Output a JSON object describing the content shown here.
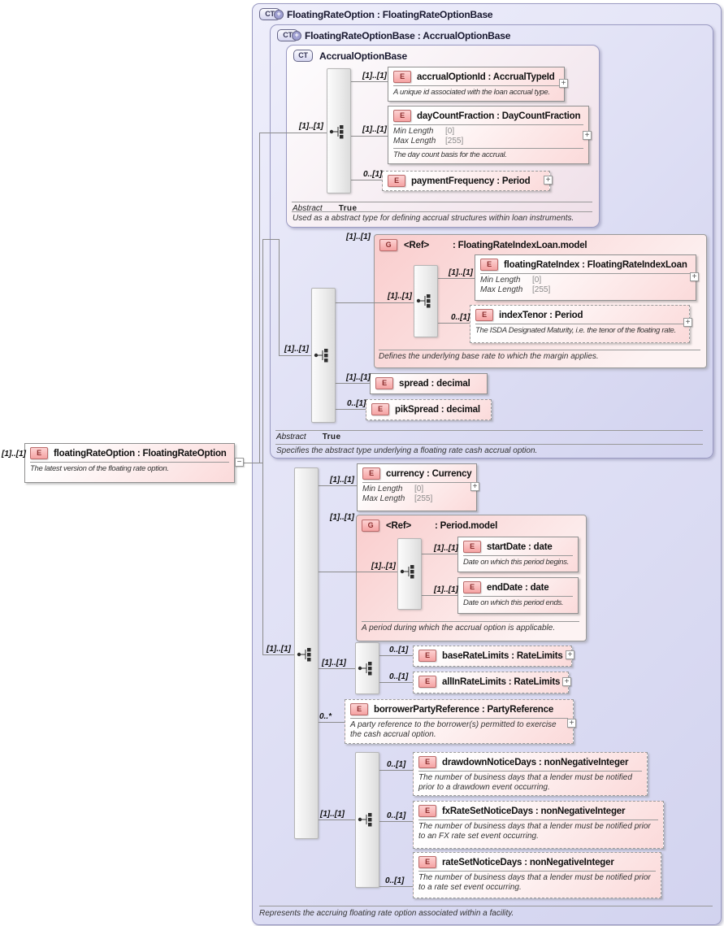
{
  "icons": {
    "complex_type": "CT",
    "element": "E",
    "group": "G",
    "derived_plus": "+",
    "expand": "+",
    "collapse": "−"
  },
  "facets": {
    "min_label": "Min Length",
    "min_value": "[0]",
    "max_label": "Max Length",
    "max_value": "[255]"
  },
  "abstract": {
    "label": "Abstract",
    "value": "True"
  },
  "ct_boxes": {
    "floating_rate_option": {
      "title": "FloatingRateOption : FloatingRateOptionBase",
      "annotation": "Represents the accruing floating rate option associated within a facility."
    },
    "floating_rate_option_base": {
      "title": "FloatingRateOptionBase : AccrualOptionBase",
      "annotation": "Specifies the abstract type underlying a floating rate cash accrual option."
    },
    "accrual_option_base": {
      "title": "AccrualOptionBase",
      "annotation": "Used as a abstract type for defining accrual structures within loan instruments."
    }
  },
  "groups": {
    "floating_rate_index_loan_model": {
      "name": "<Ref>",
      "type": ": FloatingRateIndexLoan.model",
      "cardinality": "[1]..[1]",
      "annotation": "Defines the underlying base rate to which the margin applies."
    },
    "period_model": {
      "name": "<Ref>",
      "type": ": Period.model",
      "cardinality": "[1]..[1]",
      "annotation": "A period during which the accrual option is applicable."
    }
  },
  "sequences": {
    "accrual": {
      "cardinality": "[1]..[1]"
    },
    "base_ext": {
      "cardinality": "[1]..[1]"
    },
    "main": {
      "cardinality": "[1]..[1]"
    },
    "fri": {
      "cardinality": "[1]..[1]"
    },
    "period": {
      "cardinality": "[1]..[1]"
    },
    "limits": {
      "cardinality": "[1]..[1]"
    },
    "notice": {
      "cardinality": "[1]..[1]"
    }
  },
  "elements": {
    "floatingRateOption": {
      "title": "floatingRateOption : FloatingRateOption",
      "cardinality": "[1]..[1]",
      "annotation": "The latest version of the floating rate option."
    },
    "accrualOptionId": {
      "title": "accrualOptionId : AccrualTypeId",
      "cardinality": "[1]..[1]",
      "annotation": "A unique id associated with the loan accrual type."
    },
    "dayCountFraction": {
      "title": "dayCountFraction : DayCountFraction",
      "cardinality": "[1]..[1]",
      "annotation": "The day count basis for the accrual."
    },
    "paymentFrequency": {
      "title": "paymentFrequency : Period",
      "cardinality": "0..[1]"
    },
    "floatingRateIndex": {
      "title": "floatingRateIndex : FloatingRateIndexLoan",
      "cardinality": "[1]..[1]"
    },
    "indexTenor": {
      "title": "indexTenor : Period",
      "cardinality": "0..[1]",
      "annotation": "The ISDA Designated Maturity, i.e. the tenor of the floating rate."
    },
    "spread": {
      "title": "spread : decimal",
      "cardinality": "[1]..[1]"
    },
    "pikSpread": {
      "title": "pikSpread : decimal",
      "cardinality": "0..[1]"
    },
    "currency": {
      "title": "currency : Currency",
      "cardinality": "[1]..[1]"
    },
    "startDate": {
      "title": "startDate : date",
      "cardinality": "[1]..[1]",
      "annotation": "Date on which this period begins."
    },
    "endDate": {
      "title": "endDate : date",
      "cardinality": "[1]..[1]",
      "annotation": "Date on which this period ends."
    },
    "baseRateLimits": {
      "title": "baseRateLimits : RateLimits",
      "cardinality": "0..[1]"
    },
    "allInRateLimits": {
      "title": "allInRateLimits : RateLimits",
      "cardinality": "0..[1]"
    },
    "borrowerPartyReference": {
      "title": "borrowerPartyReference : PartyReference",
      "cardinality": "0..*",
      "annotation": "A party reference to the borrower(s) permitted to exercise the cash accrual option."
    },
    "drawdownNoticeDays": {
      "title": "drawdownNoticeDays : nonNegativeInteger",
      "cardinality": "0..[1]",
      "annotation": "The number of business days that a lender must be notified prior to a drawdown event occurring."
    },
    "fxRateSetNoticeDays": {
      "title": "fxRateSetNoticeDays : nonNegativeInteger",
      "cardinality": "0..[1]",
      "annotation": "The number of business days that a lender must be notified prior to an FX rate set event occurring."
    },
    "rateSetNoticeDays": {
      "title": "rateSetNoticeDays : nonNegativeInteger",
      "cardinality": "0..[1]",
      "annotation": "The number of business days that a lender must be notified prior to a rate set event occurring."
    }
  }
}
